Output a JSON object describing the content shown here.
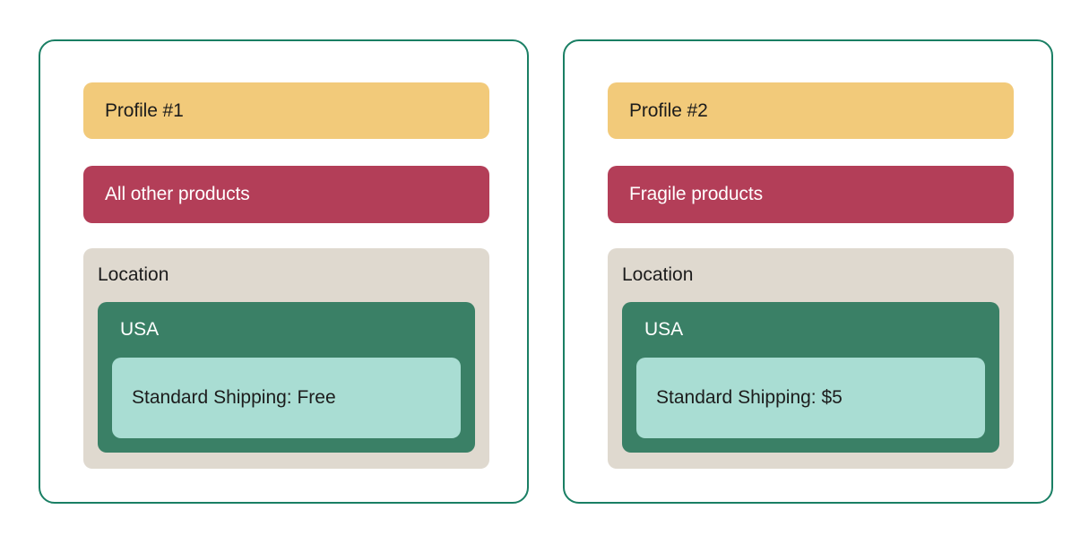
{
  "colors": {
    "card_border": "#1a7f64",
    "profile_bg": "#f2ca7a",
    "product_bg": "#b33e58",
    "location_bg": "#dfd9cf",
    "country_bg": "#3a8066",
    "rate_bg": "#a9ddd3",
    "text_dark": "#1c1c1c",
    "text_light": "#ffffff",
    "page_bg": "#ffffff"
  },
  "profiles": [
    {
      "title": "Profile #1",
      "products": "All other products",
      "location_label": "Location",
      "country": "USA",
      "rate": "Standard Shipping: Free"
    },
    {
      "title": "Profile #2",
      "products": "Fragile products",
      "location_label": "Location",
      "country": "USA",
      "rate": "Standard Shipping: $5"
    }
  ]
}
